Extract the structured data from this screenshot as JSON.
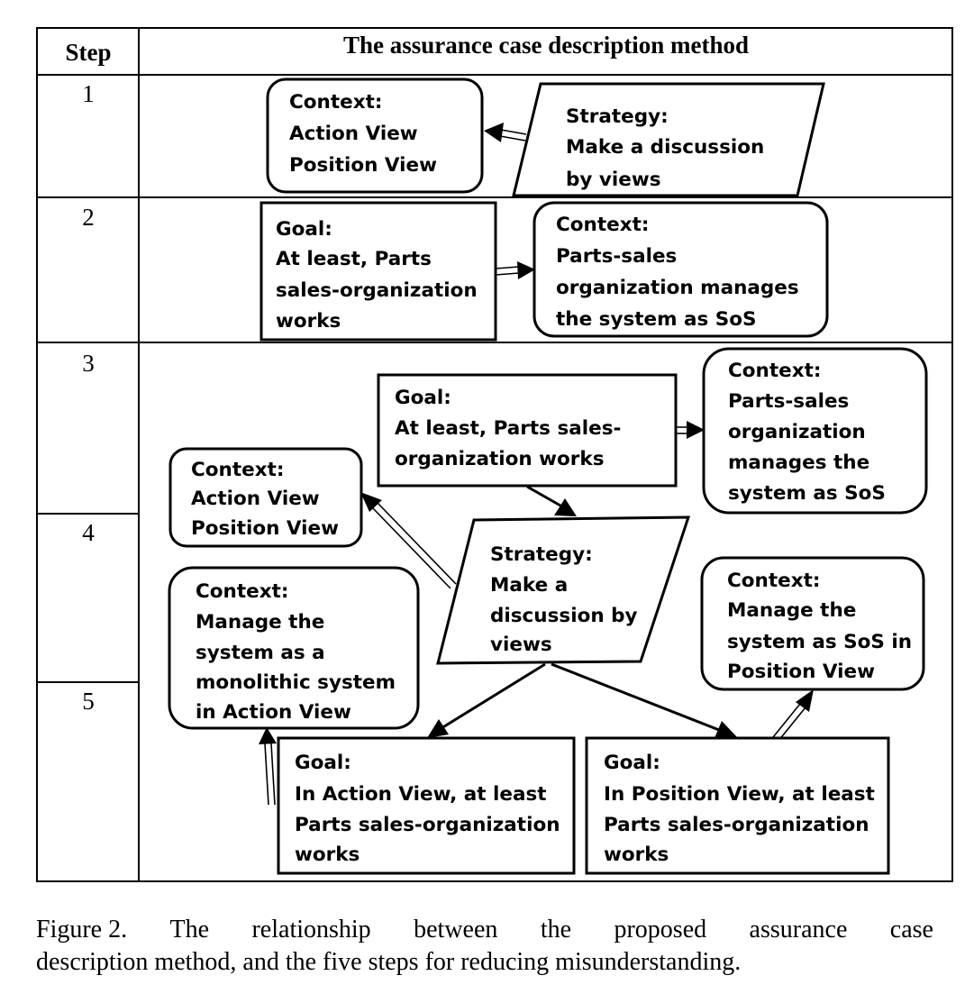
{
  "table": {
    "header_step": "Step",
    "header_method": "The assurance case description method",
    "step_numbers": [
      "1",
      "2",
      "3",
      "4",
      "5"
    ]
  },
  "row1": {
    "context": [
      "Context:",
      "Action View",
      "Position View"
    ],
    "strategy": [
      "Strategy:",
      "Make a discussion",
      "by views"
    ]
  },
  "row2": {
    "goal": [
      "Goal:",
      "At least, Parts",
      "sales-organization",
      "works"
    ],
    "context": [
      "Context:",
      "Parts-sales",
      "organization manages",
      "the system as SoS"
    ]
  },
  "rows345": {
    "goal_top": [
      "Goal:",
      "At least, Parts sales-",
      "organization works"
    ],
    "context_sos": [
      "Context:",
      "Parts-sales",
      "organization",
      "manages the",
      "system as SoS"
    ],
    "context_views": [
      "Context:",
      "Action View",
      "Position View"
    ],
    "strategy": [
      "Strategy:",
      "Make a",
      "discussion by",
      "views"
    ],
    "context_monolithic": [
      "Context:",
      "Manage the",
      "system as a",
      "monolithic system",
      "in Action View"
    ],
    "context_position": [
      "Context:",
      "Manage the",
      "system as SoS in",
      "Position View"
    ],
    "goal_action": [
      "Goal:",
      "In Action View, at least",
      "Parts sales-organization",
      "works"
    ],
    "goal_position": [
      "Goal:",
      "In Position View, at least",
      "Parts sales-organization",
      "works"
    ]
  },
  "caption": {
    "line1_words": [
      "Figure 2.",
      "The",
      "relationship",
      "between",
      "the",
      "proposed",
      "assurance",
      "case"
    ],
    "line2": "description method, and the five steps for reducing misunderstanding."
  }
}
